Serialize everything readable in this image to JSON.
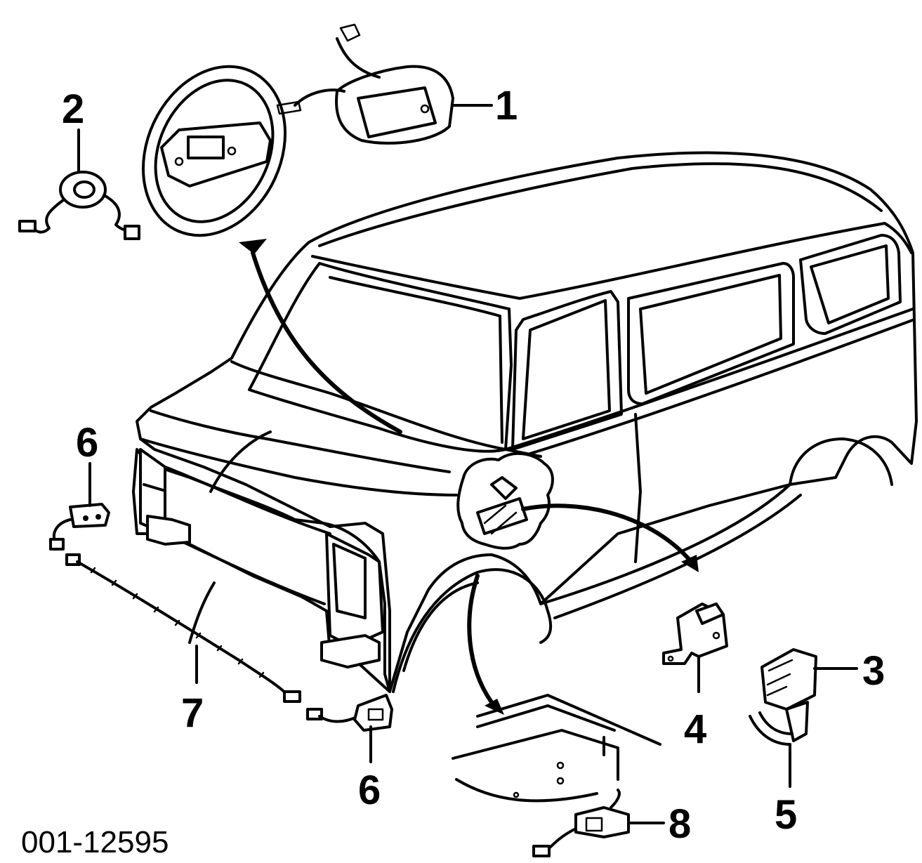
{
  "figure": {
    "id_label": "001-12595"
  },
  "callouts": {
    "c1": "1",
    "c2": "2",
    "c3": "3",
    "c4": "4",
    "c5": "5",
    "c6_top": "6",
    "c6_bottom": "6",
    "c7": "7",
    "c8": "8"
  }
}
